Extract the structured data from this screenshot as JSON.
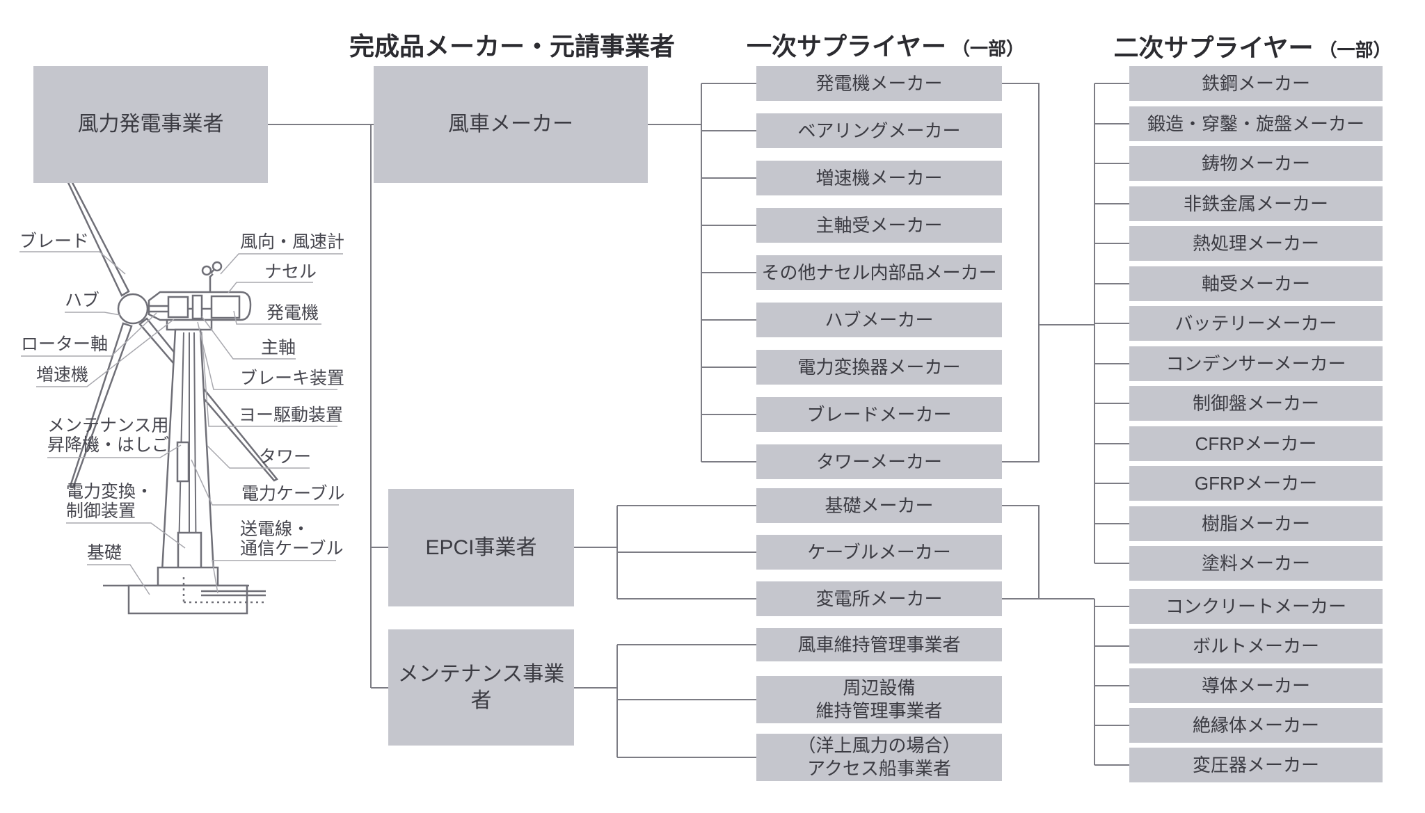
{
  "headers": {
    "finished": "完成品メーカー・元請事業者",
    "primary": "一次サプライヤー",
    "primary_note": "（一部）",
    "secondary": "二次サプライヤー",
    "secondary_note": "（一部）"
  },
  "operator": {
    "label": "風力発電事業者"
  },
  "makers": [
    {
      "label": "風車メーカー"
    },
    {
      "label": "EPCI事業者"
    },
    {
      "label": "メンテナンス事業者"
    }
  ],
  "suppliers": {
    "windmill": [
      "発電機メーカー",
      "ベアリングメーカー",
      "増速機メーカー",
      "主軸受メーカー",
      "その他ナセル内部品メーカー",
      "ハブメーカー",
      "電力変換器メーカー",
      "ブレードメーカー",
      "タワーメーカー"
    ],
    "epci": [
      "基礎メーカー",
      "ケーブルメーカー",
      "変電所メーカー"
    ],
    "maintenance": [
      [
        "風車維持管理事業者"
      ],
      [
        "周辺設備",
        "維持管理事業者"
      ],
      [
        "（洋上風力の場合）",
        "アクセス船事業者"
      ]
    ],
    "secondary1": [
      "鉄鋼メーカー",
      "鍛造・穿鑿・旋盤メーカー",
      "鋳物メーカー",
      "非鉄金属メーカー",
      "熱処理メーカー",
      "軸受メーカー",
      "バッテリーメーカー",
      "コンデンサーメーカー",
      "制御盤メーカー",
      "CFRPメーカー",
      "GFRPメーカー",
      "樹脂メーカー",
      "塗料メーカー"
    ],
    "secondary2": [
      "コンクリートメーカー",
      "ボルトメーカー",
      "導体メーカー",
      "絶縁体メーカー",
      "変圧器メーカー"
    ]
  },
  "turbine": {
    "blade": "ブレード",
    "hub": "ハブ",
    "rotor_shaft": "ローター軸",
    "gearbox": "増速機",
    "lift_1": "メンテナンス用",
    "lift_2": "昇降機・はしご",
    "power_conv_1": "電力変換・",
    "power_conv_2": "制御装置",
    "foundation": "基礎",
    "anemometer": "風向・風速計",
    "nacelle": "ナセル",
    "generator": "発電機",
    "main_shaft": "主軸",
    "brake": "ブレーキ装置",
    "yaw_drive": "ヨー駆動装置",
    "tower": "タワー",
    "power_cable": "電力ケーブル",
    "transmission_1": "送電線・",
    "transmission_2": "通信ケーブル"
  },
  "colors": {
    "box_fill": "#c5c6cd",
    "box_text": "#3b3b42",
    "connector": "#7c7c84",
    "drawing": "#6f6f77",
    "leader": "#a8a8ae",
    "header_text": "#2b2b30"
  }
}
